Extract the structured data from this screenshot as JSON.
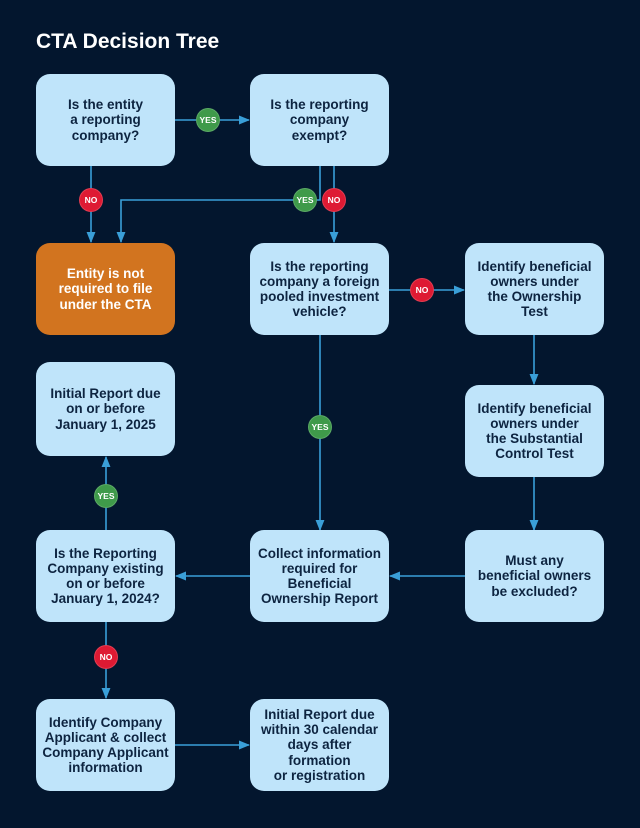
{
  "title": "CTA Decision Tree",
  "colors": {
    "background": "#03162e",
    "node": "#bfe4fa",
    "terminal": "#d2741f",
    "edge": "#3a9fd8",
    "yes": "#3f9a4a",
    "no": "#de1a33"
  },
  "nodes": {
    "n1": "Is the entity\na reporting\ncompany?",
    "n2": "Is the reporting\ncompany\nexempt?",
    "n3": "Entity is not\nrequired to file\nunder the CTA",
    "n4": "Is the reporting\ncompany a foreign\npooled investment\nvehicle?",
    "n5": "Identify beneficial\nowners under\nthe Ownership\nTest",
    "n6": "Initial Report due\non or before\nJanuary 1, 2025",
    "n7": "Identify beneficial\nowners under\nthe Substantial\nControl Test",
    "n8": "Is the Reporting\nCompany existing\non or before\nJanuary 1, 2024?",
    "n9": "Collect information\nrequired for\nBeneficial\nOwnership Report",
    "n10": "Must any\nbeneficial owners\nbe excluded?",
    "n11": "Identify Company\nApplicant & collect\nCompany Applicant\ninformation",
    "n12": "Initial Report due\nwithin 30 calendar\ndays after formation\nor registration"
  },
  "badges": {
    "yes": "YES",
    "no": "NO"
  }
}
